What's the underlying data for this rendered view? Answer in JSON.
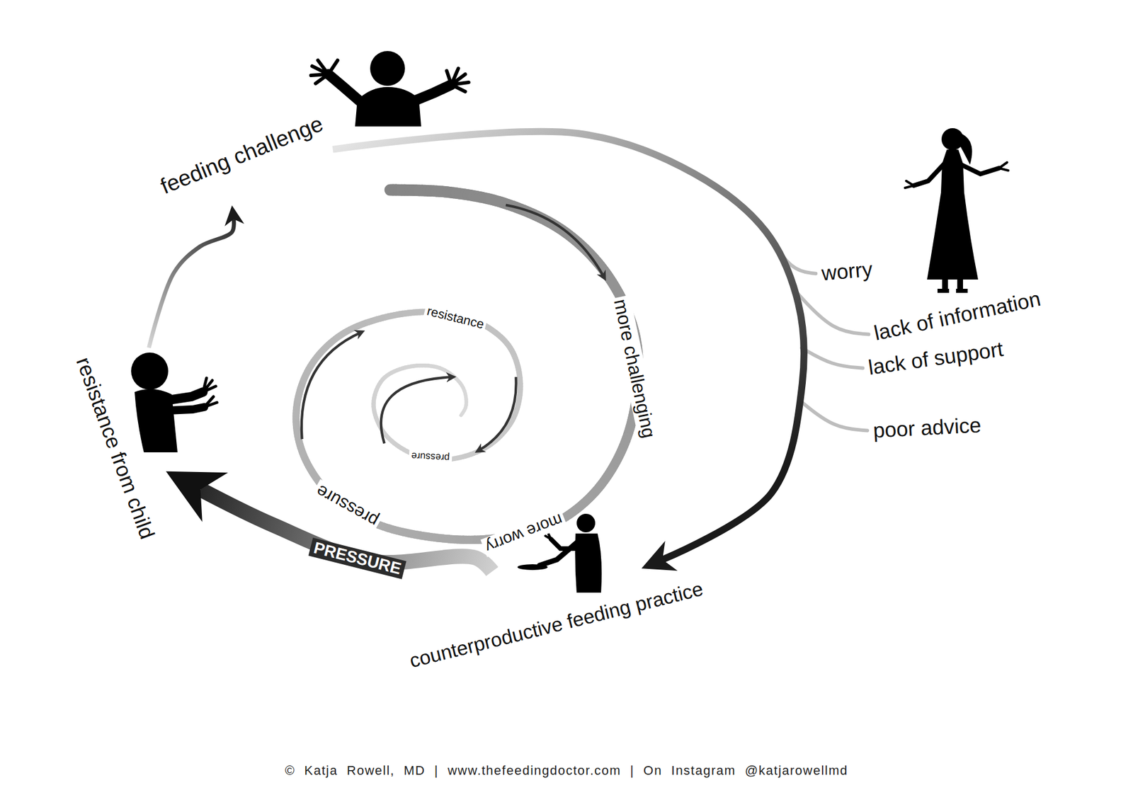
{
  "diagram": {
    "caption": "© Katja Rowell, MD | www.thefeedingdoctor.com | On Instagram @katjarowellmd",
    "nodes": [
      {
        "text": [
          "feeding challenge"
        ]
      },
      {
        "text": [
          "counterproductive feeding practice"
        ]
      },
      {
        "text": [
          "resistance from child"
        ]
      }
    ],
    "edges": [
      {
        "from": 0,
        "to": 1,
        "arrow": "to"
      },
      {
        "from": 1,
        "to": 2,
        "label": "PRESSURE",
        "arrow": "to"
      },
      {
        "from": 2,
        "to": 0,
        "arrow": "to"
      }
    ],
    "labels": [
      "worry",
      "lack of information",
      "lack of support",
      "poor advice",
      "more challenging",
      "more worry",
      "pressure",
      "resistance",
      "pressure"
    ]
  }
}
